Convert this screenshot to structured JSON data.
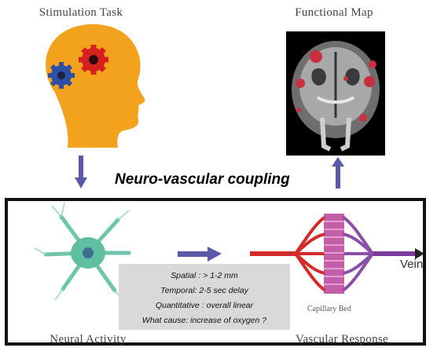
{
  "titles": {
    "stimulation": "Stimulation Task",
    "functional_map": "Functional Map",
    "coupling": "Neuro-vascular coupling"
  },
  "labels": {
    "neural_activity": "Neural Activity",
    "vascular_response": "Vascular Response",
    "vein": "Vein",
    "capillary_bed": "Capillary Bed"
  },
  "properties": [
    "Spatial : > 1-2 mm",
    "Temporal: 2-5 sec delay",
    "Quantitative : overall linear",
    "What cause: increase of oxygen ?"
  ],
  "colors": {
    "head": "#f2a21d",
    "gear_blue": "#2e4fa6",
    "gear_red": "#d62020",
    "arrow": "#5a5aa8",
    "neuron": "#5fbfa0",
    "vessel_red": "#d42a2a",
    "vessel_purple": "#8a4fa8",
    "info_box": "#d9d9d9"
  },
  "icons": [
    "head-icon",
    "gear-icon",
    "brain-scan-icon",
    "neuron-icon",
    "vascular-network-icon"
  ]
}
